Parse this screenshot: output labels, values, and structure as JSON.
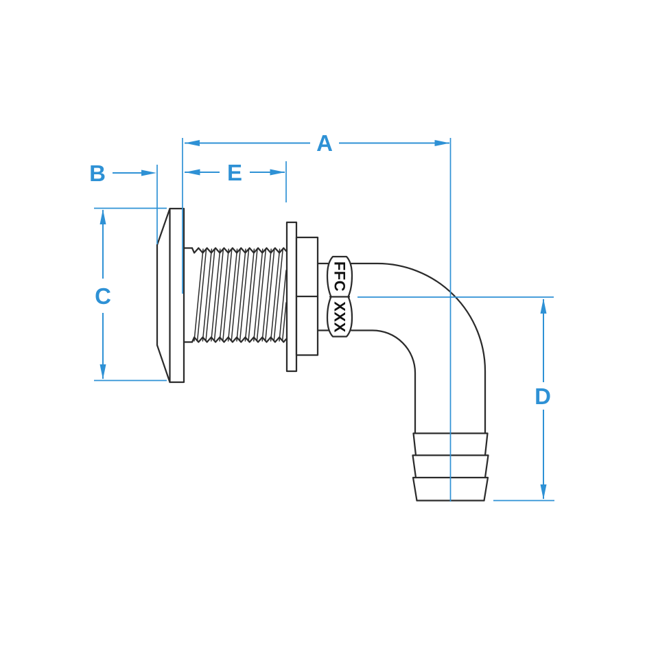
{
  "diagram": {
    "dimension_labels": {
      "a": "A",
      "b": "B",
      "c": "C",
      "d": "D",
      "e": "E"
    },
    "nut_marking": {
      "top": "FFC",
      "bottom": "XXX"
    }
  },
  "colors": {
    "dimension_accent": "#2E91D5",
    "outline": "#2b2b2b",
    "nut_text": "#111111",
    "background": "#ffffff"
  }
}
